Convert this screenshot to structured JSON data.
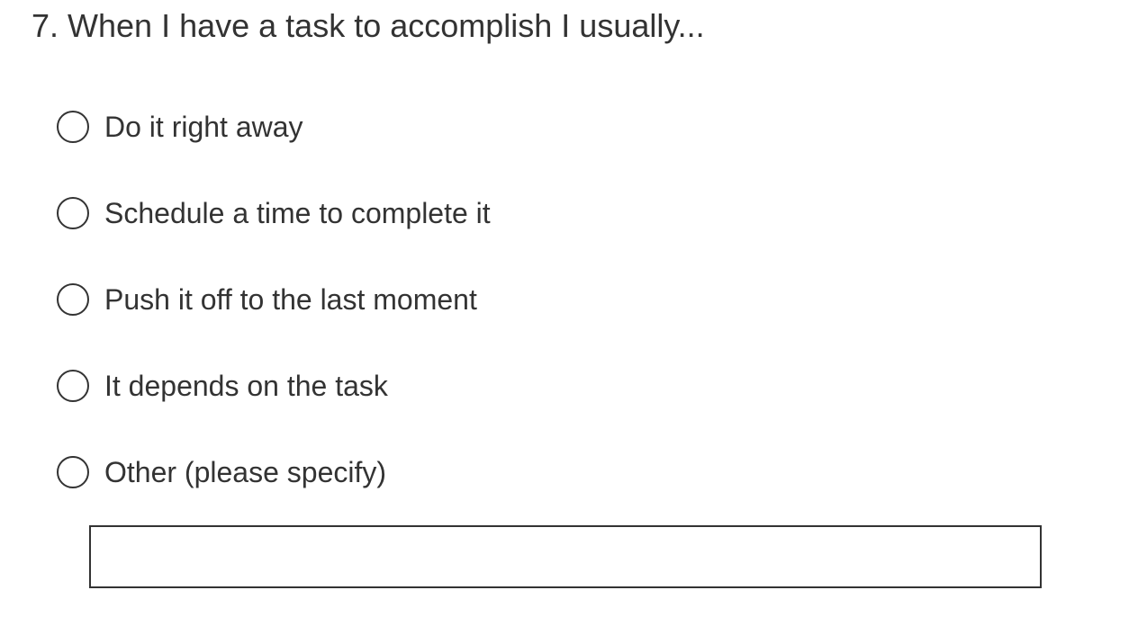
{
  "question": {
    "title": "7. When I have a task to accomplish I usually..."
  },
  "options": [
    {
      "label": "Do it right away"
    },
    {
      "label": "Schedule a time to complete it"
    },
    {
      "label": "Push it off to the last moment"
    },
    {
      "label": "It depends on the task"
    },
    {
      "label": "Other (please specify)"
    }
  ],
  "other_input": {
    "value": "",
    "placeholder": ""
  }
}
